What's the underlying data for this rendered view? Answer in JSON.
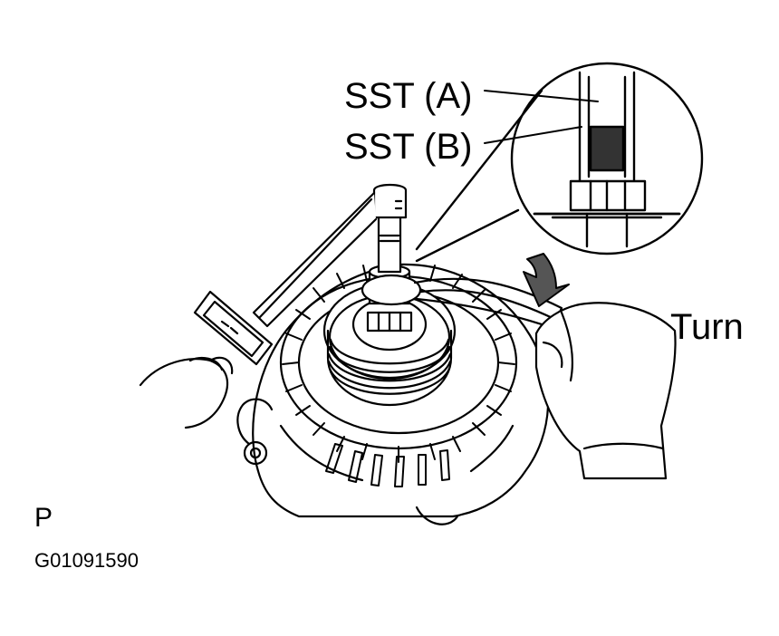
{
  "labels": {
    "sst_a": "SST (A)",
    "sst_b": "SST (B)",
    "turn": "Turn",
    "marker": "P",
    "figure_code": "G01091590"
  },
  "diagram": {
    "subject": "alternator pulley nut removal with special service tools",
    "icons": [
      "alternator-drawing",
      "pulley-drawing",
      "torque-wrench-drawing",
      "hand-drawing",
      "rotation-arrow-icon",
      "magnified-detail-circle"
    ],
    "colors": {
      "ink": "#000000",
      "background": "#ffffff",
      "arrow_fill": "#555555"
    }
  }
}
